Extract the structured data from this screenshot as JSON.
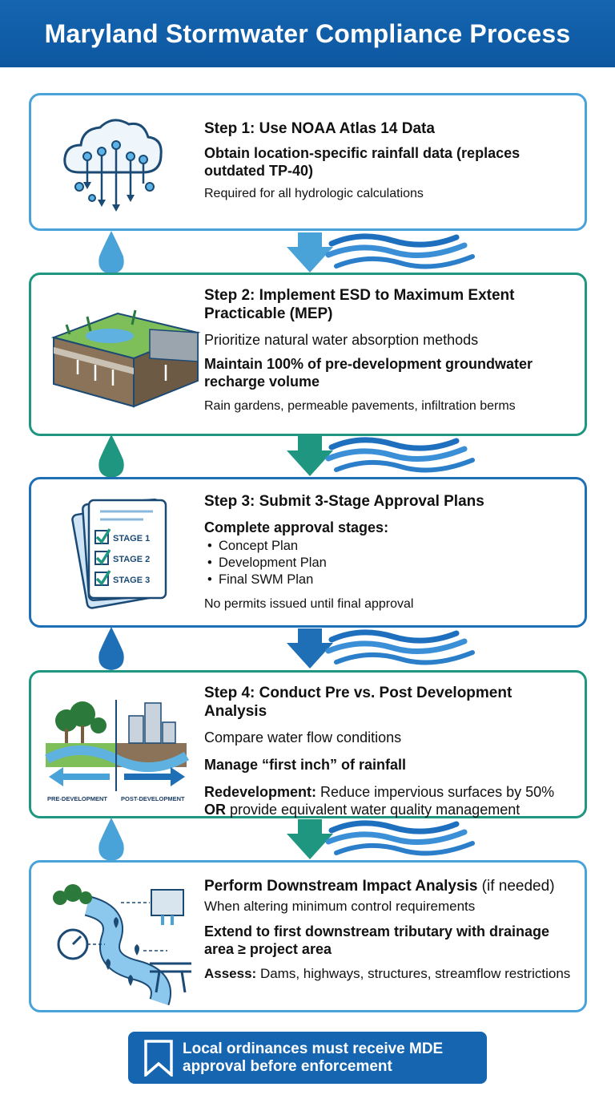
{
  "header": {
    "title": "Maryland Stormwater Compliance Process"
  },
  "colors": {
    "header": "#1565b0",
    "card1": "#4aa3d8",
    "card2": "#1f9680",
    "card3": "#1e6fb5",
    "card4": "#1f9680",
    "card5": "#4aa3d8",
    "footer": "#1565b0"
  },
  "steps": [
    {
      "title": "Step 1: Use NOAA Atlas 14 Data",
      "line1": "Obtain location-specific rainfall data (replaces outdated TP-40)",
      "line2": "Required for all hydrologic calculations",
      "icon": "rain-cloud-icon"
    },
    {
      "title": "Step 2: Implement ESD to Maximum Extent Practicable (MEP)",
      "line1": "Prioritize natural water absorption methods",
      "line2": "Maintain 100% of pre-development groundwater recharge volume",
      "line3": "Rain gardens, permeable pavements, infiltration berms",
      "icon": "soil-infiltration-icon"
    },
    {
      "title": "Step 3: Submit 3-Stage Approval Plans",
      "line1": "Complete approval stages:",
      "bullets": [
        "Concept Plan",
        "Development Plan",
        "Final SWM Plan"
      ],
      "line2": "No permits issued until final approval",
      "icon": "checklist-icon",
      "icon_labels": [
        "STAGE 1",
        "STAGE 2",
        "STAGE 3"
      ]
    },
    {
      "title": "Step 4: Conduct Pre vs. Post Development Analysis",
      "line1": "Compare water flow conditions",
      "line2": "Manage “first inch” of rainfall",
      "line3_bold": "Redevelopment:",
      "line3_rest": " Reduce impervious surfaces by 50%",
      "line4_bold": "OR",
      "line4_rest": " provide equivalent water quality management",
      "icon": "pre-post-development-icon",
      "icon_labels": [
        "PRE-DEVELOPMENT",
        "POST-DEVELOPMENT"
      ]
    },
    {
      "title": "Perform Downstream Impact Analysis",
      "title_suffix": " (if needed)",
      "line1": "When altering minimum control requirements",
      "line2": "Extend to first downstream tributary with drainage area ≥ project area",
      "line3_bold": "Assess:",
      "line3_rest": " Dams, highways, structures, streamflow restrictions",
      "icon": "river-map-icon"
    }
  ],
  "footer": {
    "text": "Local ordinances must receive MDE approval before enforcement",
    "icon": "bookmark-icon"
  }
}
